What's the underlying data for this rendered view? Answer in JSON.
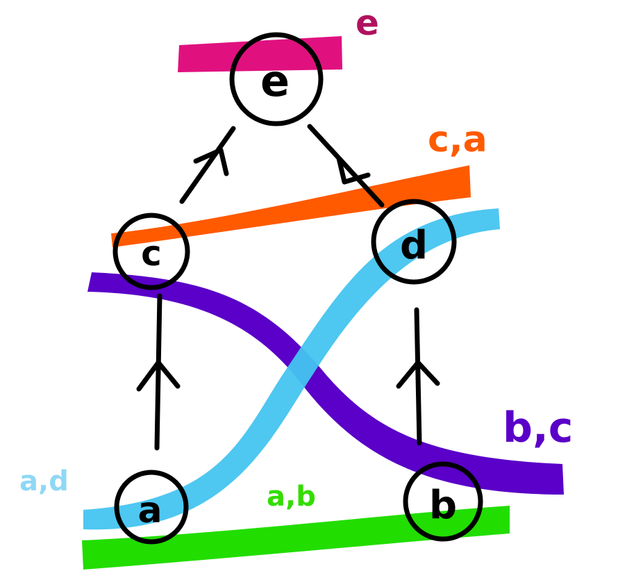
{
  "nodes": [
    {
      "id": "e",
      "label": "e"
    },
    {
      "id": "c",
      "label": "c"
    },
    {
      "id": "d",
      "label": "d"
    },
    {
      "id": "a",
      "label": "a"
    },
    {
      "id": "b",
      "label": "b"
    }
  ],
  "edges": [
    {
      "from": "a",
      "to": "c"
    },
    {
      "from": "b",
      "to": "d"
    },
    {
      "from": "c",
      "to": "e"
    },
    {
      "from": "d",
      "to": "e"
    }
  ],
  "bands": [
    {
      "id": "e",
      "label": "e",
      "color": "#e0117f",
      "label_color": "#b0125e"
    },
    {
      "id": "ca",
      "label": "c,a",
      "color": "#ff5a00",
      "label_color": "#ff5a00"
    },
    {
      "id": "ad",
      "label": "a,d",
      "color": "#45c4f0",
      "label_color": "#8fd8f5"
    },
    {
      "id": "bc",
      "label": "b,c",
      "color": "#5a00c8",
      "label_color": "#5a00c8"
    },
    {
      "id": "ab",
      "label": "a,b",
      "color": "#22dd00",
      "label_color": "#33dd00"
    }
  ],
  "colors": {
    "ink": "#000000",
    "background": "#ffffff"
  }
}
